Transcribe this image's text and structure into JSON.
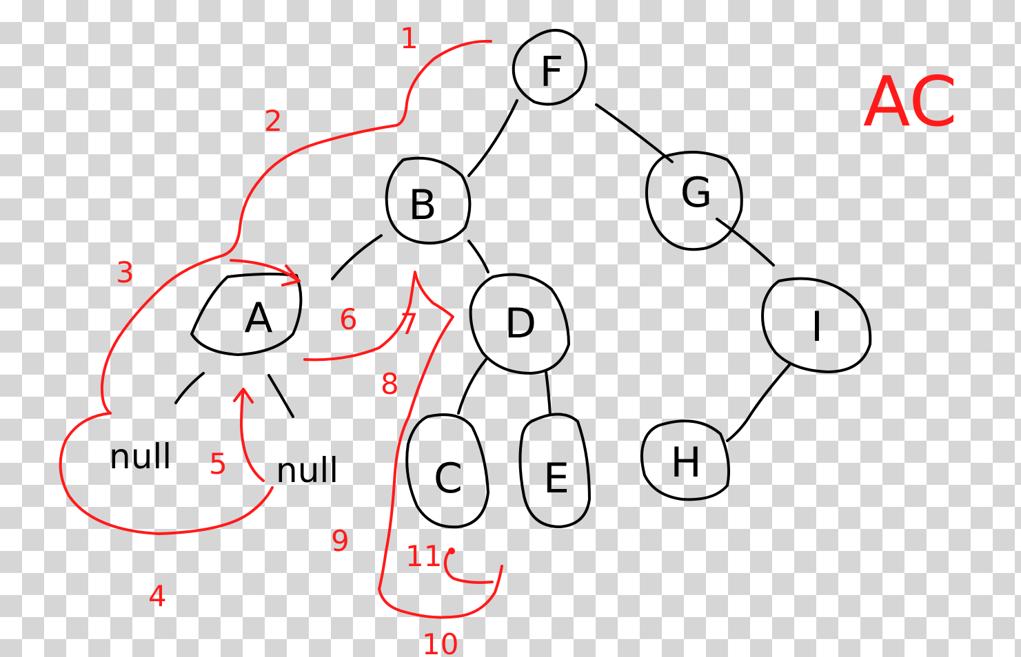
{
  "nodes": {
    "F": "F",
    "B": "B",
    "G": "G",
    "A": "A",
    "D": "D",
    "I": "I",
    "C": "C",
    "E": "E",
    "H": "H"
  },
  "null_labels": [
    "null",
    "null"
  ],
  "step_labels": [
    "1",
    "2",
    "3",
    "4",
    "5",
    "6",
    "7",
    "8",
    "9",
    "10",
    "11"
  ],
  "result_text": "AC",
  "colors": {
    "ink": "#000000",
    "trace": "#ff1a1a"
  }
}
